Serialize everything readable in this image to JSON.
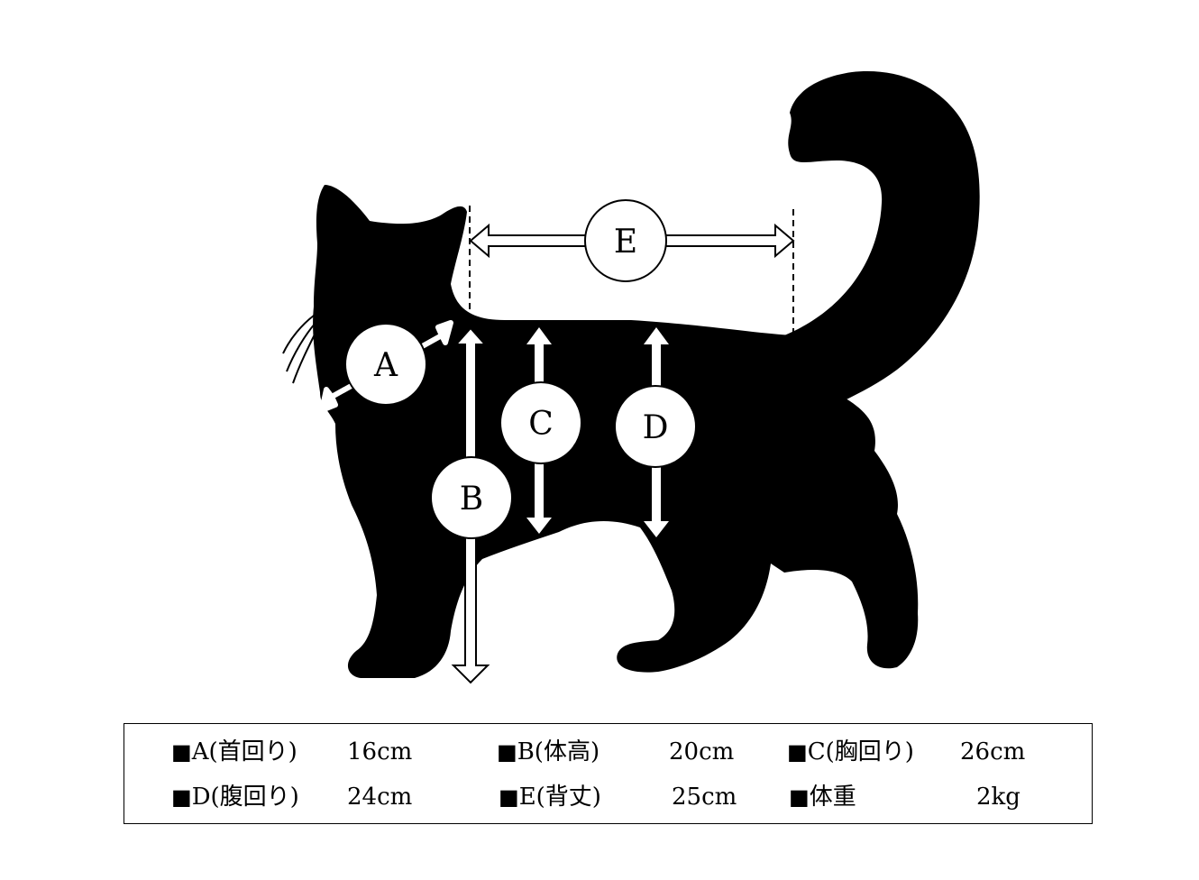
{
  "diagram": {
    "labels": {
      "a": "A",
      "b": "B",
      "c": "C",
      "d": "D",
      "e": "E"
    },
    "silhouette_color": "#000000",
    "arrow_fill": "#ffffff"
  },
  "legend": {
    "marker": "■",
    "rows": [
      [
        {
          "label": "A(首回り)",
          "value": "16cm"
        },
        {
          "label": "B(体高)",
          "value": "20cm"
        },
        {
          "label": "C(胸回り)",
          "value": "26cm"
        }
      ],
      [
        {
          "label": "D(腹回り)",
          "value": "24cm"
        },
        {
          "label": "E(背丈)",
          "value": "25cm"
        },
        {
          "label": "体重",
          "value": "2kg"
        }
      ]
    ]
  }
}
